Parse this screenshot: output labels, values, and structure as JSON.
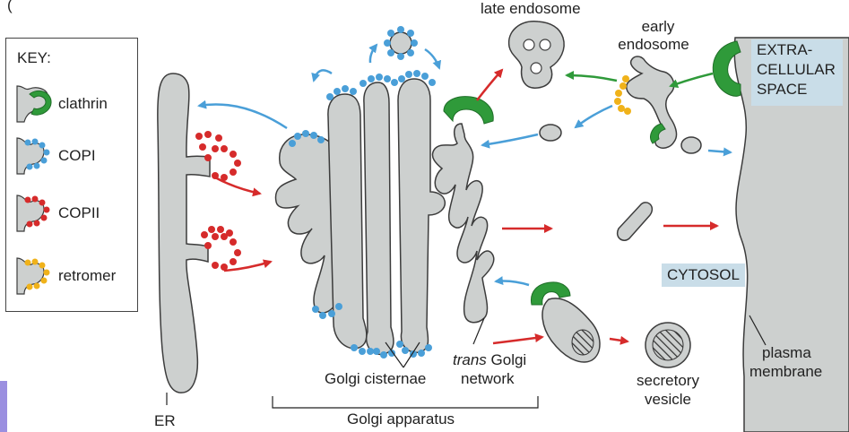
{
  "header_fragment": "(",
  "key": {
    "title": "KEY:",
    "items": [
      {
        "label": "clathrin",
        "color": "#2f9a3a"
      },
      {
        "label": "COPI",
        "color": "#4a9fd8"
      },
      {
        "label": "COPII",
        "color": "#d62b2b"
      },
      {
        "label": "retromer",
        "color": "#f0b21a"
      }
    ]
  },
  "labels": {
    "late_endosome": "late endosome",
    "early_endosome_1": "early",
    "early_endosome_2": "endosome",
    "extracellular_1": "EXTRA-",
    "extracellular_2": "CELLULAR",
    "extracellular_3": "SPACE",
    "cytosol": "CYTOSOL",
    "plasma_membrane_1": "plasma",
    "plasma_membrane_2": "membrane",
    "secretory_vesicle_1": "secretory",
    "secretory_vesicle_2": "vesicle",
    "trans_italic": "trans",
    "trans_rest": " Golgi",
    "trans_network": "network",
    "golgi_cisternae": "Golgi cisternae",
    "golgi_apparatus": "Golgi apparatus",
    "er": "ER"
  },
  "colors": {
    "membrane_fill": "#cdd0cf",
    "membrane_stroke": "#3c3c3c",
    "clathrin": "#2f9a3a",
    "copi": "#4a9fd8",
    "copii": "#d62b2b",
    "retromer": "#f0b21a",
    "label_box": "#c9dde8"
  }
}
